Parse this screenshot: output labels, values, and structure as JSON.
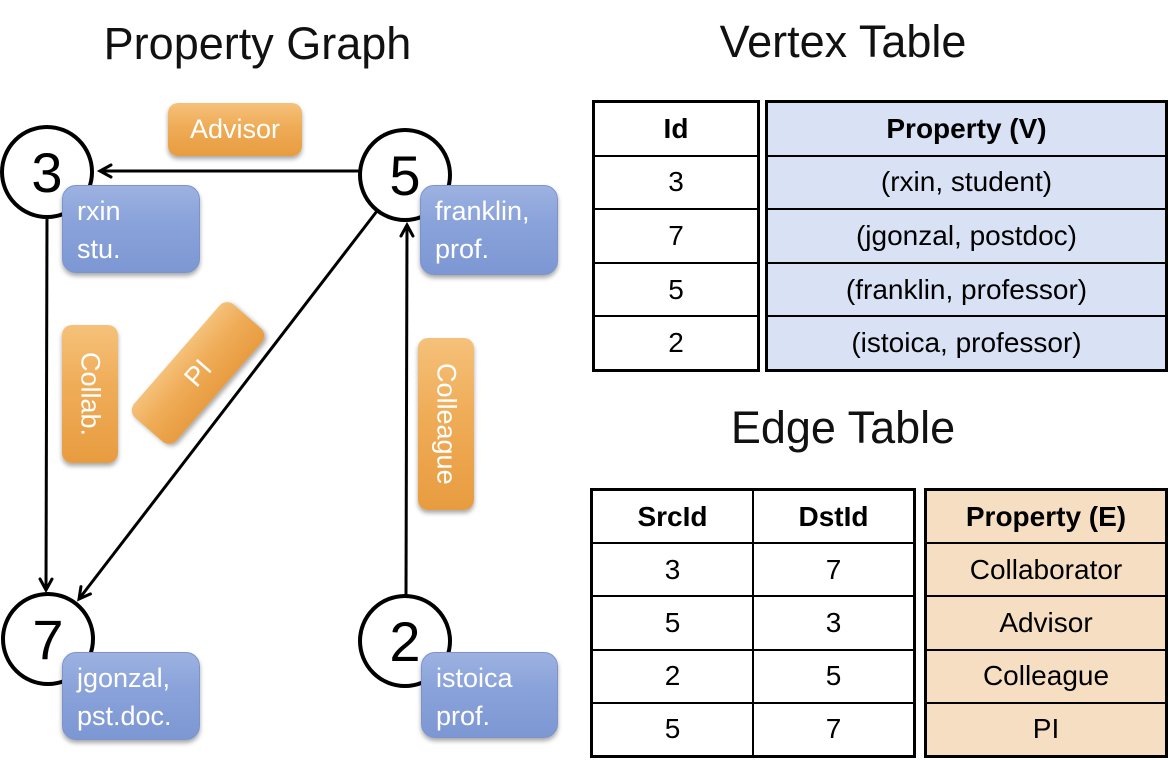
{
  "graph": {
    "title": "Property Graph",
    "nodes": [
      {
        "id": "3",
        "line1": "rxin",
        "line2": "stu."
      },
      {
        "id": "5",
        "line1": "franklin,",
        "line2": "prof."
      },
      {
        "id": "7",
        "line1": "jgonzal,",
        "line2": "pst.doc."
      },
      {
        "id": "2",
        "line1": "istoica",
        "line2": "prof."
      }
    ],
    "edge_labels": {
      "advisor": "Advisor",
      "collab": "Collab.",
      "pi": "PI",
      "colleague": "Colleague"
    }
  },
  "vertex_table": {
    "title": "Vertex Table",
    "headers": {
      "id": "Id",
      "property": "Property (V)"
    },
    "rows": [
      {
        "id": "3",
        "property": "(rxin, student)"
      },
      {
        "id": "7",
        "property": "(jgonzal, postdoc)"
      },
      {
        "id": "5",
        "property": "(franklin, professor)"
      },
      {
        "id": "2",
        "property": "(istoica, professor)"
      }
    ]
  },
  "edge_table": {
    "title": "Edge Table",
    "headers": {
      "src": "SrcId",
      "dst": "DstId",
      "property": "Property (E)"
    },
    "rows": [
      {
        "src": "3",
        "dst": "7",
        "property": "Collaborator"
      },
      {
        "src": "5",
        "dst": "3",
        "property": "Advisor"
      },
      {
        "src": "2",
        "dst": "5",
        "property": "Colleague"
      },
      {
        "src": "5",
        "dst": "7",
        "property": "PI"
      }
    ]
  },
  "colors": {
    "edge_label_orange": "#EFA957",
    "vertex_box_blue": "#8AA3DA",
    "vertex_cell_fill": "#D8E2F4",
    "edge_cell_fill": "#F5DEC2",
    "line_black": "#000000",
    "text_white": "#FFFFFF"
  }
}
